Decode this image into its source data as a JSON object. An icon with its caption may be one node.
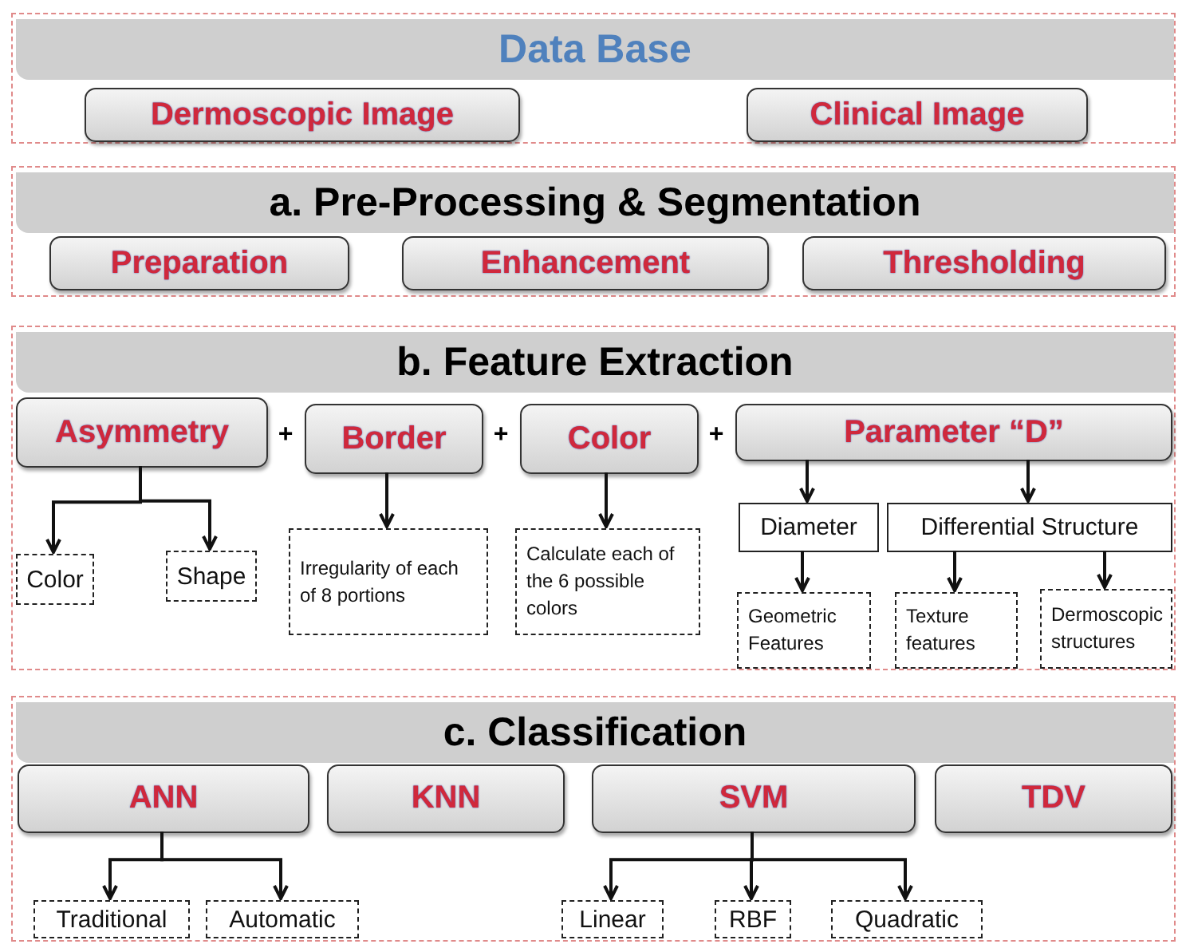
{
  "diagram": {
    "nodes": [
      {
        "text": [
          "Data Base"
        ]
      },
      {
        "text": [
          "Dermoscopic Image"
        ],
        "in": 0
      },
      {
        "text": [
          "Clinical Image"
        ],
        "in": 0
      },
      {
        "text": [
          "a. Pre-Processing & Segmentation"
        ]
      },
      {
        "text": [
          "Preparation"
        ],
        "in": 3
      },
      {
        "text": [
          "Enhancement"
        ],
        "in": 3
      },
      {
        "text": [
          "Thresholding"
        ],
        "in": 3
      },
      {
        "text": [
          "b. Feature Extraction"
        ]
      },
      {
        "text": [
          "Asymmetry"
        ],
        "in": 7
      },
      {
        "text": [
          "Border"
        ],
        "in": 7
      },
      {
        "text": [
          "Color"
        ],
        "in": 7
      },
      {
        "text": [
          "Parameter “D”"
        ],
        "in": 7
      },
      {
        "text": [
          "Color"
        ],
        "in": 7
      },
      {
        "text": [
          "Shape"
        ],
        "in": 7
      },
      {
        "text": [
          "Irregularity of each of 8 portions"
        ],
        "in": 7
      },
      {
        "text": [
          "Calculate each of the 6 possible colors"
        ],
        "in": 7
      },
      {
        "text": [
          "Diameter"
        ],
        "in": 7
      },
      {
        "text": [
          "Differential Structure"
        ],
        "in": 7
      },
      {
        "text": [
          "Geometric Features"
        ],
        "in": 7
      },
      {
        "text": [
          "Texture features"
        ],
        "in": 7
      },
      {
        "text": [
          "Dermoscopic structures"
        ],
        "in": 7
      },
      {
        "text": [
          "c. Classification"
        ]
      },
      {
        "text": [
          "ANN"
        ],
        "in": 21
      },
      {
        "text": [
          "KNN"
        ],
        "in": 21
      },
      {
        "text": [
          "SVM"
        ],
        "in": 21
      },
      {
        "text": [
          "TDV"
        ],
        "in": 21
      },
      {
        "text": [
          "Traditional"
        ],
        "in": 21
      },
      {
        "text": [
          "Automatic"
        ],
        "in": 21
      },
      {
        "text": [
          "Linear"
        ],
        "in": 21
      },
      {
        "text": [
          "RBF"
        ],
        "in": 21
      },
      {
        "text": [
          "Quadratic"
        ],
        "in": 21
      }
    ],
    "edges": [
      {
        "from": 8,
        "to": 12,
        "arrow": "to"
      },
      {
        "from": 8,
        "to": 13,
        "arrow": "to"
      },
      {
        "from": 9,
        "to": 14,
        "arrow": "to"
      },
      {
        "from": 10,
        "to": 15,
        "arrow": "to"
      },
      {
        "from": 11,
        "to": 16,
        "arrow": "to"
      },
      {
        "from": 11,
        "to": 17,
        "arrow": "to"
      },
      {
        "from": 16,
        "to": 18,
        "arrow": "to"
      },
      {
        "from": 17,
        "to": 19,
        "arrow": "to"
      },
      {
        "from": 17,
        "to": 20,
        "arrow": "to"
      },
      {
        "from": 22,
        "to": 26,
        "arrow": "to"
      },
      {
        "from": 22,
        "to": 27,
        "arrow": "to"
      },
      {
        "from": 24,
        "to": 28,
        "arrow": "to"
      },
      {
        "from": 24,
        "to": 29,
        "arrow": "to"
      },
      {
        "from": 24,
        "to": 30,
        "arrow": "to"
      }
    ],
    "labels": [
      "+",
      "+",
      "+"
    ]
  }
}
